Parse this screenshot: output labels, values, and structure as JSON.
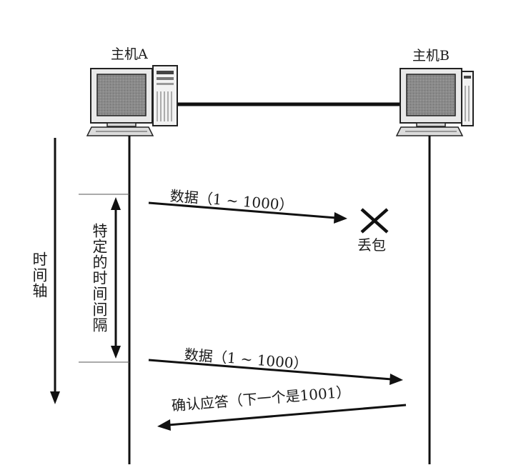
{
  "hosts": {
    "a": "主机A",
    "b": "主机B"
  },
  "messages": {
    "data_first": "数据（1 ~ 1000）",
    "lost": "丢包",
    "data_resend": "数据（1 ~ 1000）",
    "ack": "确认应答（下一个是1001）"
  },
  "labels": {
    "timeline": "时间轴",
    "interval": "特定的时间间隔"
  }
}
